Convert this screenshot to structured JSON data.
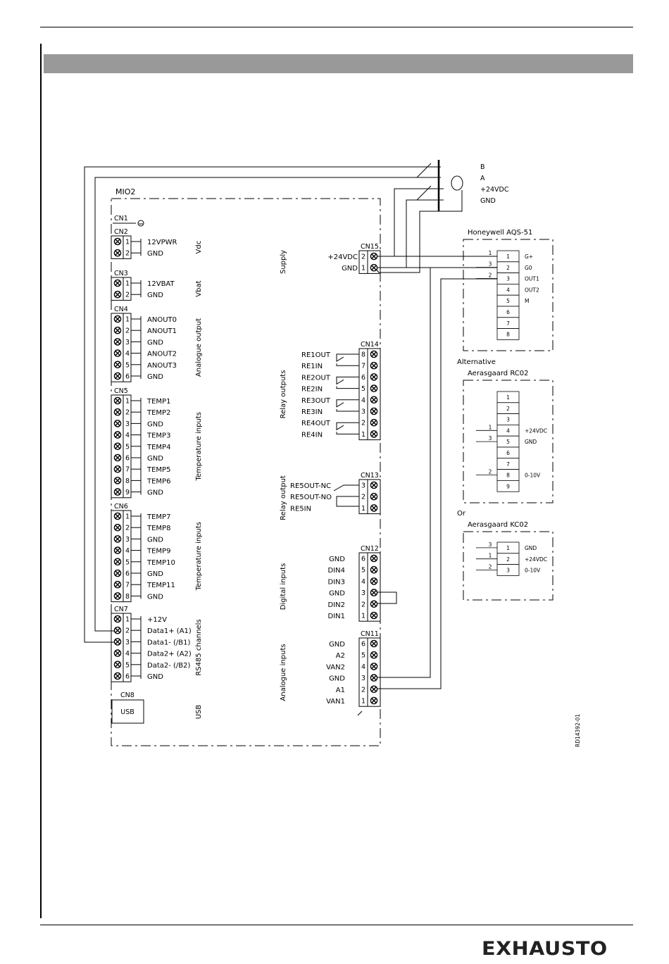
{
  "page": {
    "brand": "EXHAUSTO"
  },
  "diagram": {
    "title": "MIO2",
    "bus_labels": [
      "B",
      "A",
      "+24VDC",
      "GND"
    ],
    "ref_id": "RD14392-01",
    "cn1": "CN1",
    "cn8": {
      "label": "CN8",
      "box": "USB",
      "side": "USB"
    },
    "left_connectors": [
      {
        "name": "CN2",
        "side": "Vdc",
        "pins": [
          {
            "n": "1",
            "s": "12VPWR"
          },
          {
            "n": "2",
            "s": "GND"
          }
        ]
      },
      {
        "name": "CN3",
        "side": "Vbat",
        "pins": [
          {
            "n": "1",
            "s": "12VBAT"
          },
          {
            "n": "2",
            "s": "GND"
          }
        ]
      },
      {
        "name": "CN4",
        "side": "Analogue output",
        "pins": [
          {
            "n": "1",
            "s": "ANOUT0"
          },
          {
            "n": "2",
            "s": "ANOUT1"
          },
          {
            "n": "3",
            "s": "GND"
          },
          {
            "n": "4",
            "s": "ANOUT2"
          },
          {
            "n": "5",
            "s": "ANOUT3"
          },
          {
            "n": "6",
            "s": "GND"
          }
        ]
      },
      {
        "name": "CN5",
        "side": "Temperature inputs",
        "pins": [
          {
            "n": "1",
            "s": "TEMP1"
          },
          {
            "n": "2",
            "s": "TEMP2"
          },
          {
            "n": "3",
            "s": "GND"
          },
          {
            "n": "4",
            "s": "TEMP3"
          },
          {
            "n": "5",
            "s": "TEMP4"
          },
          {
            "n": "6",
            "s": "GND"
          },
          {
            "n": "7",
            "s": "TEMP5"
          },
          {
            "n": "8",
            "s": "TEMP6"
          },
          {
            "n": "9",
            "s": "GND"
          }
        ]
      },
      {
        "name": "CN6",
        "side": "Temperature inputs",
        "pins": [
          {
            "n": "1",
            "s": "TEMP7"
          },
          {
            "n": "2",
            "s": "TEMP8"
          },
          {
            "n": "3",
            "s": "GND"
          },
          {
            "n": "4",
            "s": "TEMP9"
          },
          {
            "n": "5",
            "s": "TEMP10"
          },
          {
            "n": "6",
            "s": "GND"
          },
          {
            "n": "7",
            "s": "TEMP11"
          },
          {
            "n": "8",
            "s": "GND"
          }
        ]
      },
      {
        "name": "CN7",
        "side": "RS485 channels",
        "pins": [
          {
            "n": "1",
            "s": "+12V"
          },
          {
            "n": "2",
            "s": "Data1+ (A1)"
          },
          {
            "n": "3",
            "s": "Data1- (/B1)"
          },
          {
            "n": "4",
            "s": "Data2+ (A2)"
          },
          {
            "n": "5",
            "s": "Data2- (/B2)"
          },
          {
            "n": "6",
            "s": "GND"
          }
        ]
      }
    ],
    "right_connectors": [
      {
        "name": "CN15",
        "side": "Supply",
        "pins": [
          {
            "n": "2",
            "s": "+24VDC"
          },
          {
            "n": "1",
            "s": "GND"
          }
        ]
      },
      {
        "name": "CN14",
        "side": "Relay outputs",
        "pins": [
          {
            "n": "8",
            "s": "RE1OUT"
          },
          {
            "n": "7",
            "s": "RE1IN"
          },
          {
            "n": "6",
            "s": "RE2OUT"
          },
          {
            "n": "5",
            "s": "RE2IN"
          },
          {
            "n": "4",
            "s": "RE3OUT"
          },
          {
            "n": "3",
            "s": "RE3IN"
          },
          {
            "n": "2",
            "s": "RE4OUT"
          },
          {
            "n": "1",
            "s": "RE4IN"
          }
        ]
      },
      {
        "name": "CN13",
        "side": "Relay output",
        "pins": [
          {
            "n": "3",
            "s": "RE5OUT-NC"
          },
          {
            "n": "2",
            "s": "RE5OUT-NO"
          },
          {
            "n": "1",
            "s": "RE5IN"
          }
        ]
      },
      {
        "name": "CN12",
        "side": "Digital inputs",
        "pins": [
          {
            "n": "6",
            "s": "GND"
          },
          {
            "n": "5",
            "s": "DIN4"
          },
          {
            "n": "4",
            "s": "DIN3"
          },
          {
            "n": "3",
            "s": "GND"
          },
          {
            "n": "2",
            "s": "DIN2"
          },
          {
            "n": "1",
            "s": "DIN1"
          }
        ]
      },
      {
        "name": "CN11",
        "side": "Analogue inputs",
        "pins": [
          {
            "n": "6",
            "s": "GND"
          },
          {
            "n": "5",
            "s": "A2"
          },
          {
            "n": "4",
            "s": "VAN2"
          },
          {
            "n": "3",
            "s": "GND"
          },
          {
            "n": "2",
            "s": "A1"
          },
          {
            "n": "1",
            "s": "VAN1"
          }
        ]
      }
    ],
    "sensors": [
      {
        "title": "Honeywell AQS-51",
        "prefix": "",
        "rows": [
          {
            "n": "1",
            "label": "G+",
            "wire": "1"
          },
          {
            "n": "2",
            "label": "G0",
            "wire": "3"
          },
          {
            "n": "3",
            "label": "OUT1",
            "wire": "2"
          },
          {
            "n": "4",
            "label": "OUT2",
            "wire": ""
          },
          {
            "n": "5",
            "label": "M",
            "wire": ""
          },
          {
            "n": "6",
            "label": "",
            "wire": ""
          },
          {
            "n": "7",
            "label": "",
            "wire": ""
          },
          {
            "n": "8",
            "label": "",
            "wire": ""
          }
        ]
      },
      {
        "title": "Aerasgaard RC02",
        "prefix": "Alternative",
        "rows": [
          {
            "n": "1",
            "label": "",
            "wire": ""
          },
          {
            "n": "2",
            "label": "",
            "wire": ""
          },
          {
            "n": "3",
            "label": "",
            "wire": ""
          },
          {
            "n": "4",
            "label": "+24VDC",
            "wire": "1"
          },
          {
            "n": "5",
            "label": "GND",
            "wire": "3"
          },
          {
            "n": "6",
            "label": "",
            "wire": ""
          },
          {
            "n": "7",
            "label": "",
            "wire": ""
          },
          {
            "n": "8",
            "label": "0-10V",
            "wire": "2"
          },
          {
            "n": "9",
            "label": "",
            "wire": ""
          }
        ]
      },
      {
        "title": "Aerasgaard KC02",
        "prefix": "Or",
        "rows": [
          {
            "n": "1",
            "label": "GND",
            "wire": "3"
          },
          {
            "n": "2",
            "label": "+24VDC",
            "wire": "1"
          },
          {
            "n": "3",
            "label": "0-10V",
            "wire": "2"
          }
        ]
      }
    ]
  }
}
